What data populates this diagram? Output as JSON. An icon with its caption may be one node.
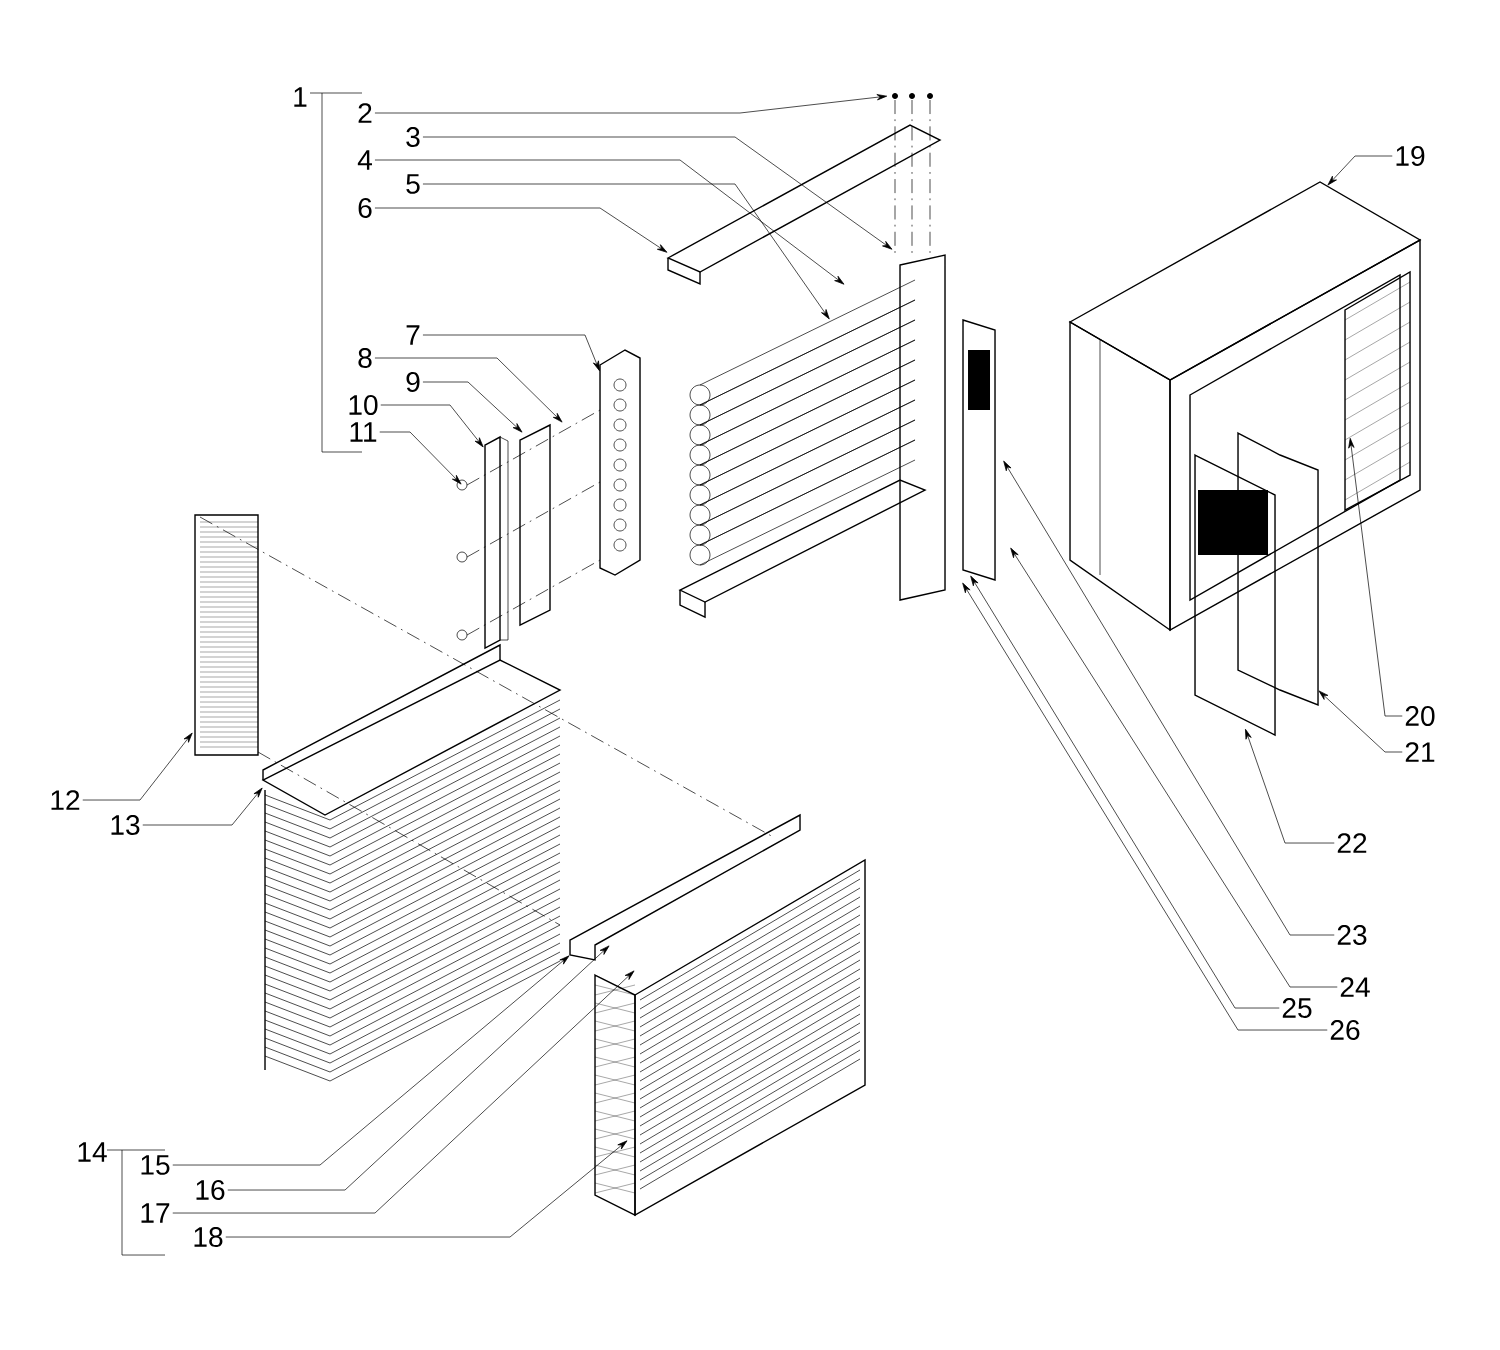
{
  "diagram": {
    "nodes": [
      {
        "text": [
          "1"
        ]
      },
      {
        "text": [
          "2"
        ]
      },
      {
        "text": [
          "3"
        ]
      },
      {
        "text": [
          "4"
        ]
      },
      {
        "text": [
          "5"
        ]
      },
      {
        "text": [
          "6"
        ]
      },
      {
        "text": [
          "7"
        ]
      },
      {
        "text": [
          "8"
        ]
      },
      {
        "text": [
          "9"
        ]
      },
      {
        "text": [
          "10"
        ]
      },
      {
        "text": [
          "11"
        ]
      },
      {
        "text": [
          "12"
        ]
      },
      {
        "text": [
          "13"
        ]
      },
      {
        "text": [
          "14"
        ]
      },
      {
        "text": [
          "15"
        ]
      },
      {
        "text": [
          "16"
        ]
      },
      {
        "text": [
          "17"
        ]
      },
      {
        "text": [
          "18"
        ]
      },
      {
        "text": [
          "19"
        ]
      },
      {
        "text": [
          "20"
        ]
      },
      {
        "text": [
          "21"
        ]
      },
      {
        "text": [
          "22"
        ]
      },
      {
        "text": [
          "23"
        ]
      },
      {
        "text": [
          "24"
        ]
      },
      {
        "text": [
          "25"
        ]
      },
      {
        "text": [
          "26"
        ]
      }
    ],
    "edges": [
      {
        "from": 1,
        "to": null,
        "arrow": "to"
      },
      {
        "from": 2,
        "to": null,
        "arrow": "to"
      },
      {
        "from": 3,
        "to": null,
        "arrow": "to"
      },
      {
        "from": 4,
        "to": null,
        "arrow": "to"
      },
      {
        "from": 5,
        "to": null,
        "arrow": "to"
      },
      {
        "from": 6,
        "to": null,
        "arrow": "to"
      },
      {
        "from": 7,
        "to": null,
        "arrow": "to"
      },
      {
        "from": 8,
        "to": null,
        "arrow": "to"
      },
      {
        "from": 9,
        "to": null,
        "arrow": "to"
      },
      {
        "from": 10,
        "to": null,
        "arrow": "to"
      },
      {
        "from": 11,
        "to": null,
        "arrow": "to"
      },
      {
        "from": 12,
        "to": null,
        "arrow": "to"
      },
      {
        "from": 14,
        "to": null,
        "arrow": "to"
      },
      {
        "from": 15,
        "to": null,
        "arrow": "to"
      },
      {
        "from": 16,
        "to": null,
        "arrow": "to"
      },
      {
        "from": 17,
        "to": null,
        "arrow": "to"
      },
      {
        "from": 18,
        "to": null,
        "arrow": "to"
      },
      {
        "from": 19,
        "to": null,
        "arrow": "to"
      },
      {
        "from": 20,
        "to": null,
        "arrow": "to"
      },
      {
        "from": 21,
        "to": null,
        "arrow": "to"
      },
      {
        "from": 22,
        "to": null,
        "arrow": "to"
      },
      {
        "from": 23,
        "to": null,
        "arrow": "to"
      },
      {
        "from": 24,
        "to": null,
        "arrow": "to"
      },
      {
        "from": 25,
        "to": null,
        "arrow": "to"
      }
    ]
  }
}
